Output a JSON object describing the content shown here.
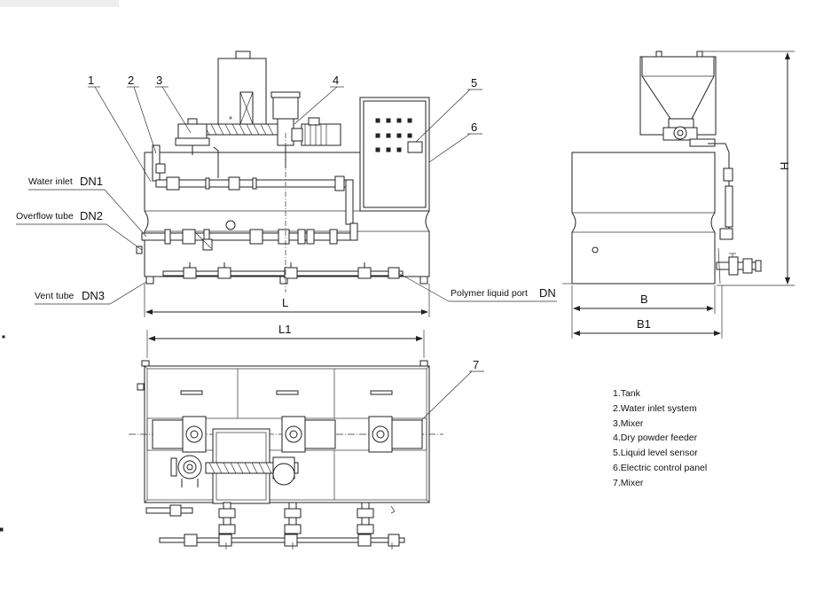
{
  "callouts": [
    "1",
    "2",
    "3",
    "4",
    "5",
    "6",
    "7"
  ],
  "ports": {
    "water_inlet": {
      "label": "Water inlet",
      "size": "DN1"
    },
    "overflow_tube": {
      "label": "Overflow tube",
      "size": "DN2"
    },
    "vent_tube": {
      "label": "Vent tube",
      "size": "DN3"
    },
    "polymer_port": {
      "label": "Polymer liquid port",
      "size": "DN"
    }
  },
  "dimensions": {
    "L": "L",
    "L1": "L1",
    "B": "B",
    "B1": "B1",
    "H": "H"
  },
  "legend": [
    "1.Tank",
    "2.Water inlet system",
    "3.Mixer",
    "4.Dry powder feeder",
    "5.Liquid level sensor",
    "6.Electric control panel",
    "7.Mixer"
  ]
}
